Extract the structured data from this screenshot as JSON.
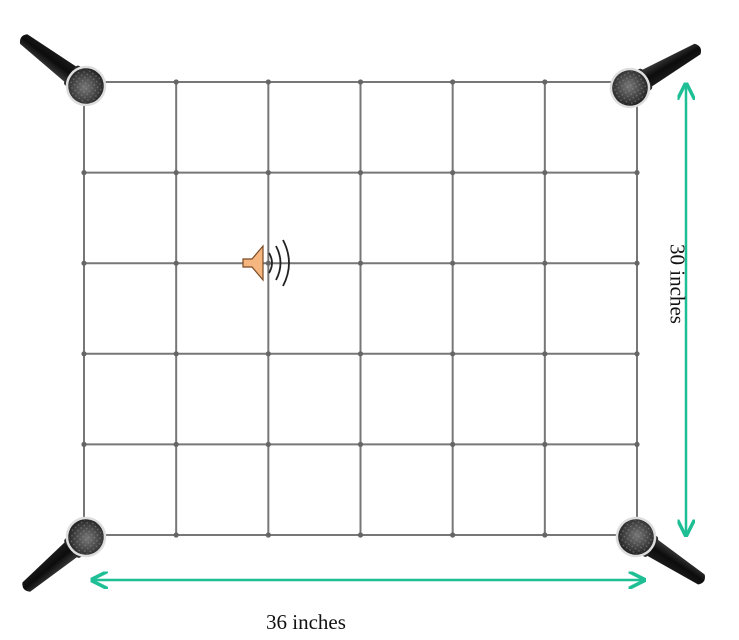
{
  "grid": {
    "columns": 6,
    "rows": 5,
    "line_color": "#777777",
    "node_color": "#666666"
  },
  "speaker": {
    "icon": "speaker-icon",
    "fill_color": "#f5b680",
    "column": 2,
    "row": 2
  },
  "microphones": [
    {
      "name": "microphone-top-left-icon",
      "corner": "top-left"
    },
    {
      "name": "microphone-top-right-icon",
      "corner": "top-right"
    },
    {
      "name": "microphone-bottom-left-icon",
      "corner": "bottom-left"
    },
    {
      "name": "microphone-bottom-right-icon",
      "corner": "bottom-right"
    }
  ],
  "dimensions": {
    "width_label": "36 inches",
    "height_label": "30 inches",
    "arrow_color": "#1fbf95"
  }
}
